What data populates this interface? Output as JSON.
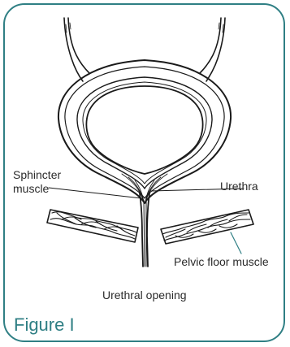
{
  "labels": {
    "sphincter_line1": "Sphincter",
    "sphincter_line2": "muscle",
    "urethra": "Urethra",
    "pelvic_floor": "Pelvic floor muscle",
    "urethral_opening": "Urethral opening"
  },
  "figure_title": "Figure I",
  "colors": {
    "frame": "#2f7f84",
    "title": "#2f7f84",
    "line_art": "#1a1a1a",
    "leader_teal": "#2f7f84"
  }
}
